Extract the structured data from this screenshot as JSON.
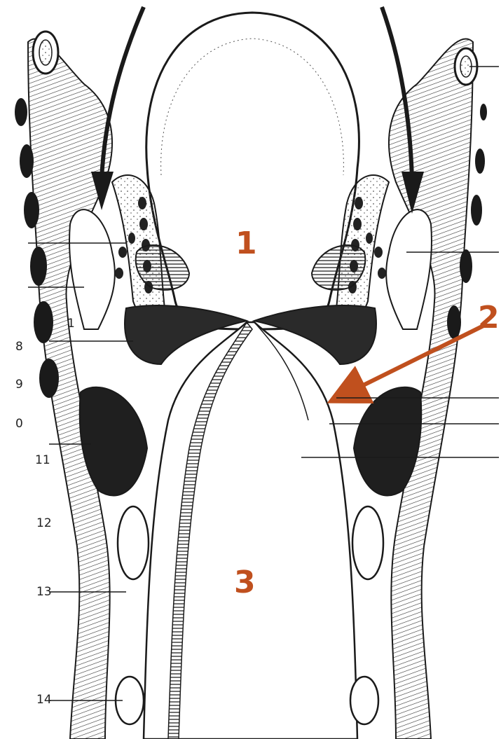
{
  "diagram": {
    "colors": {
      "ink": "#1a1a1a",
      "accent": "#c0501e",
      "paper": "#ffffff"
    },
    "big_labels": {
      "cavity_top": "1",
      "arrow_label": "2",
      "cavity_bottom": "3"
    },
    "left_labels": {
      "l1": "1",
      "l8": "8",
      "l9": "9",
      "l10": "0",
      "l11": "11",
      "l12": "12",
      "l13": "13",
      "l14": "14"
    }
  }
}
